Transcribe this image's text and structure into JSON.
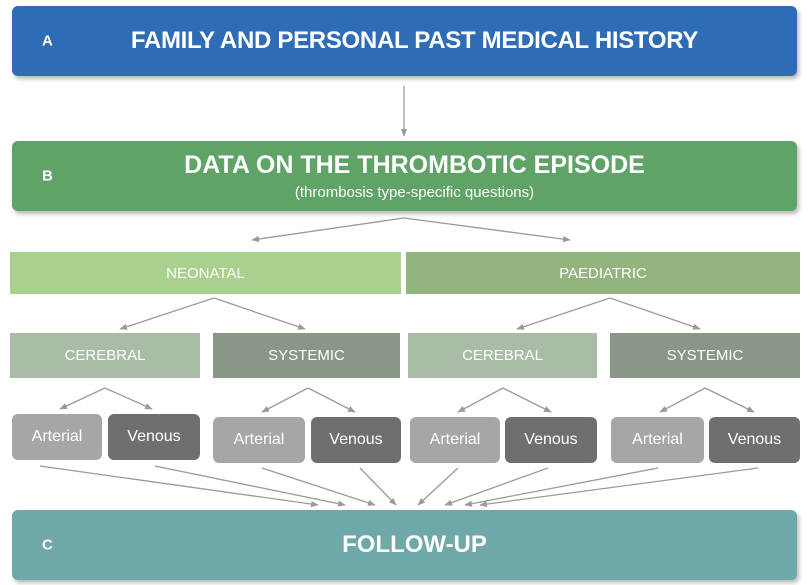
{
  "section_a": {
    "letter": "A",
    "title": "FAMILY AND PERSONAL PAST MEDICAL HISTORY"
  },
  "section_b": {
    "letter": "B",
    "title": "DATA ON THE THROMBOTIC EPISODE",
    "subtitle": "(thrombosis type-specific questions)"
  },
  "age_groups": [
    {
      "label": "NEONATAL",
      "locations": [
        {
          "label": "CEREBRAL",
          "vessels": [
            "Arterial",
            "Venous"
          ]
        },
        {
          "label": "SYSTEMIC",
          "vessels": [
            "Arterial",
            "Venous"
          ]
        }
      ]
    },
    {
      "label": "PAEDIATRIC",
      "locations": [
        {
          "label": "CEREBRAL",
          "vessels": [
            "Arterial",
            "Venous"
          ]
        },
        {
          "label": "SYSTEMIC",
          "vessels": [
            "Arterial",
            "Venous"
          ]
        }
      ]
    }
  ],
  "section_c": {
    "letter": "C",
    "title": "FOLLOW-UP"
  },
  "colors": {
    "section_a": "#2e6db5",
    "section_b": "#5fa367",
    "section_c": "#6fa8a9",
    "neonatal": "#a9d08e",
    "paediatric": "#93b47f",
    "cerebral": "#a9bca5",
    "systemic": "#899787",
    "arterial": "#a6a6a6",
    "venous": "#6f6f6f",
    "arrow": "#9a9a9a"
  }
}
